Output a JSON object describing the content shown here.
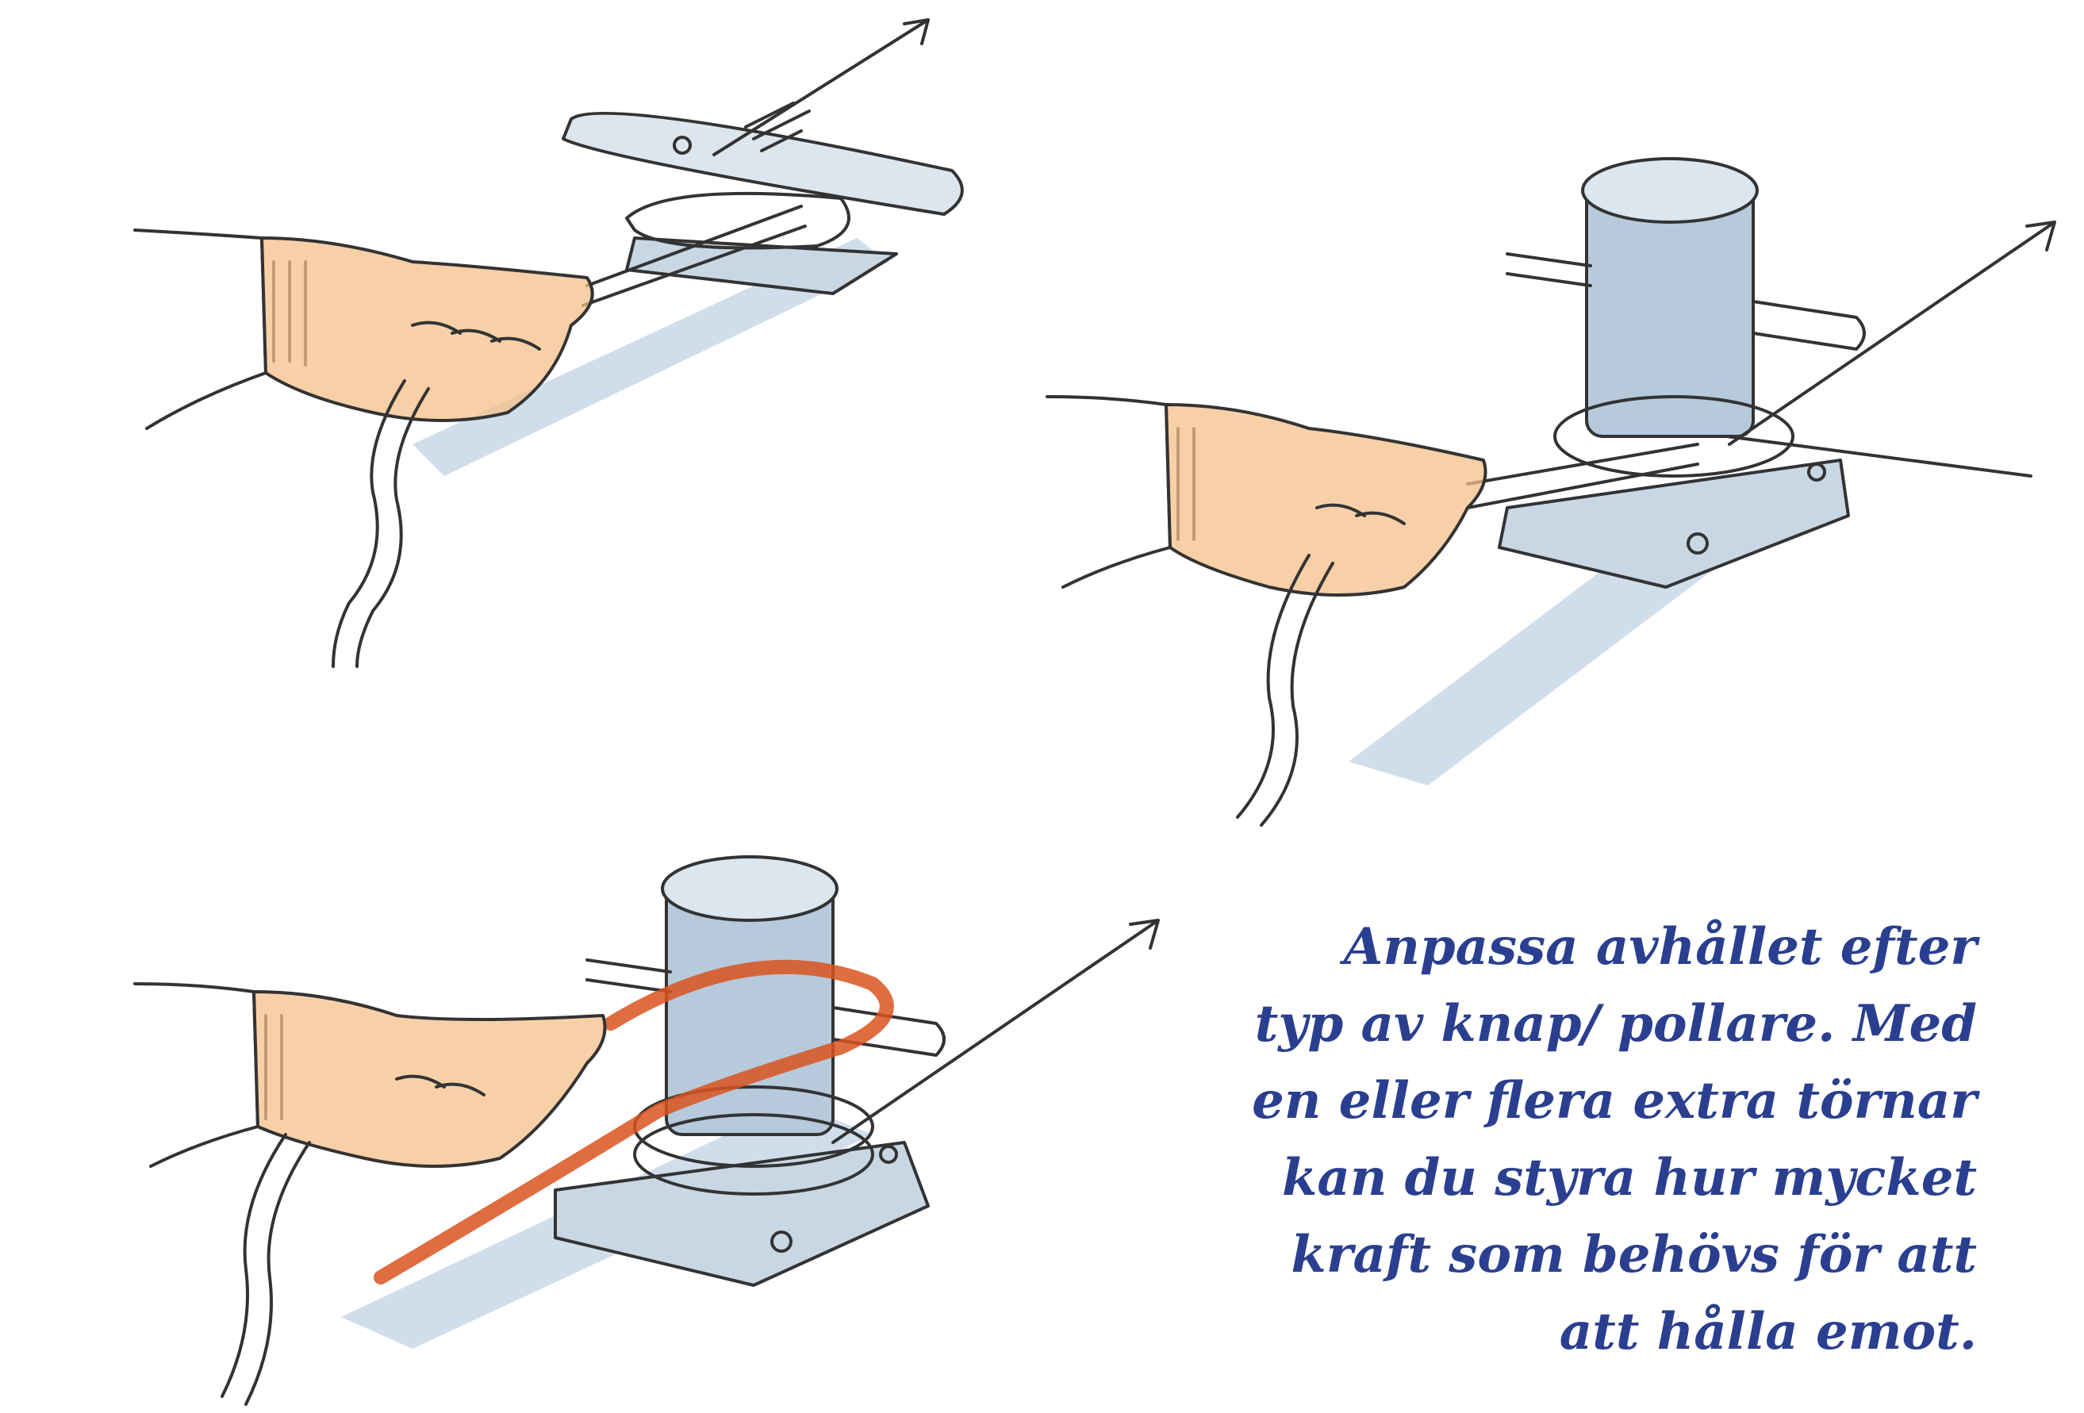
{
  "caption": {
    "lines": [
      "Anpassa avhållet efter",
      "typ av knap/ pollare. Med",
      "en eller flera extra törnar",
      "kan du styra hur mycket",
      "kraft som behövs för att",
      "att hålla emot."
    ],
    "color": "#2a3f8f"
  },
  "palette": {
    "pencil": "#333333",
    "skin": "#f6c08a",
    "shadow": "#a9c3dc",
    "metal": "#c9d7e4",
    "highlight_rope": "#d9541e"
  }
}
